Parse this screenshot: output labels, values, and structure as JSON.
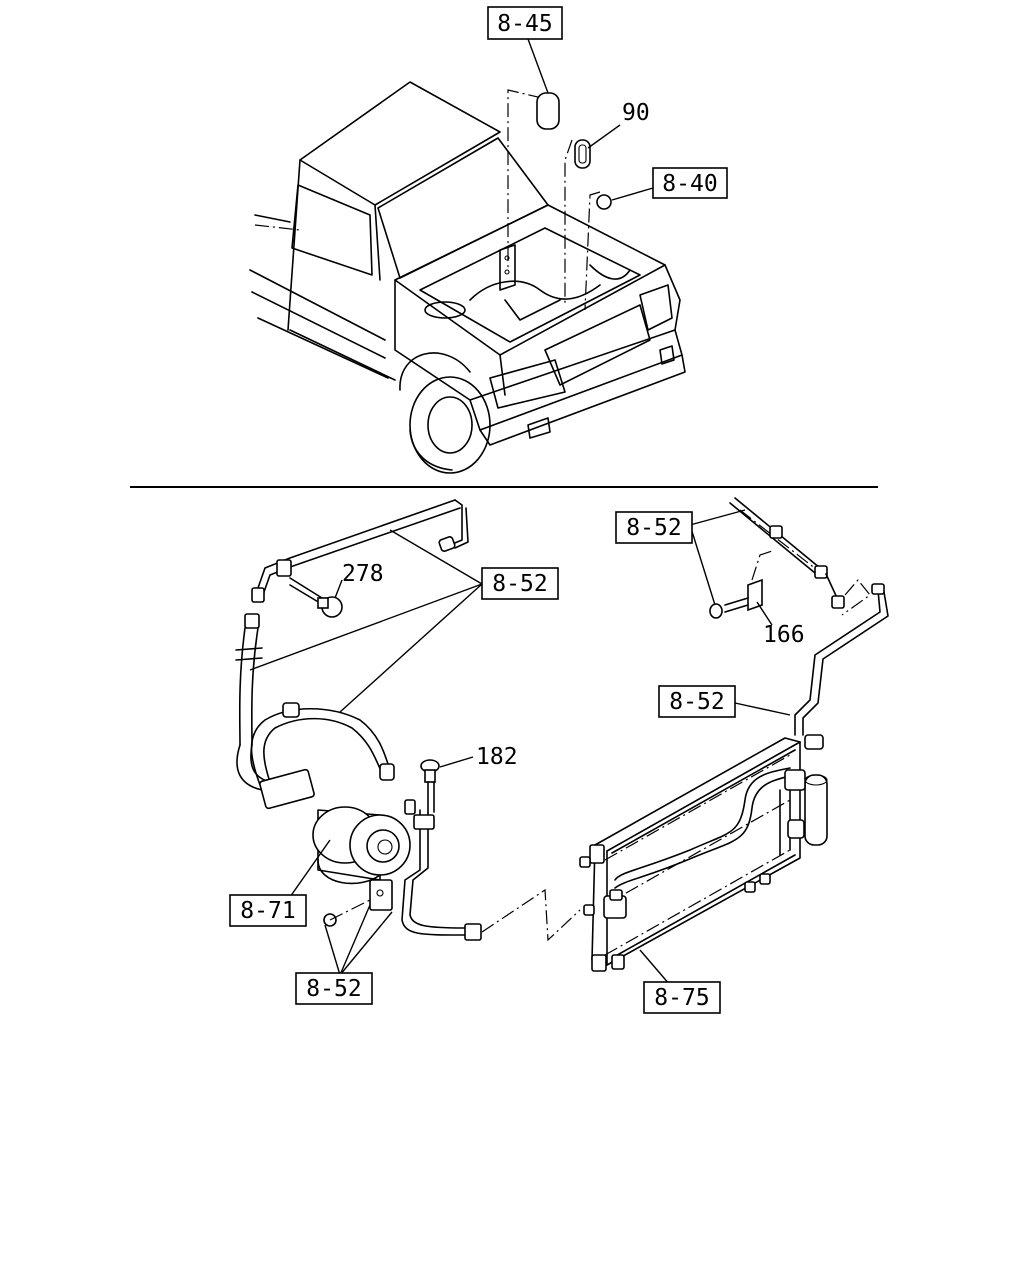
{
  "callouts": {
    "c_8_45": "8-45",
    "c_90": "90",
    "c_8_40": "8-40",
    "c_8_52_a": "8-52",
    "c_278": "278",
    "c_8_52_b": "8-52",
    "c_166": "166",
    "c_8_52_c": "8-52",
    "c_182": "182",
    "c_8_71": "8-71",
    "c_8_52_d": "8-52",
    "c_8_75": "8-75"
  }
}
